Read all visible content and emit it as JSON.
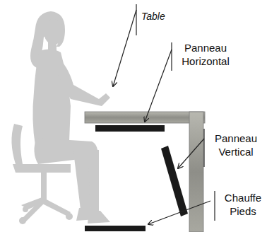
{
  "diagram": {
    "labels": [
      "Table",
      "Panneau Horizontal",
      "Panneau Vertical",
      "Chauffe Pieds"
    ]
  }
}
